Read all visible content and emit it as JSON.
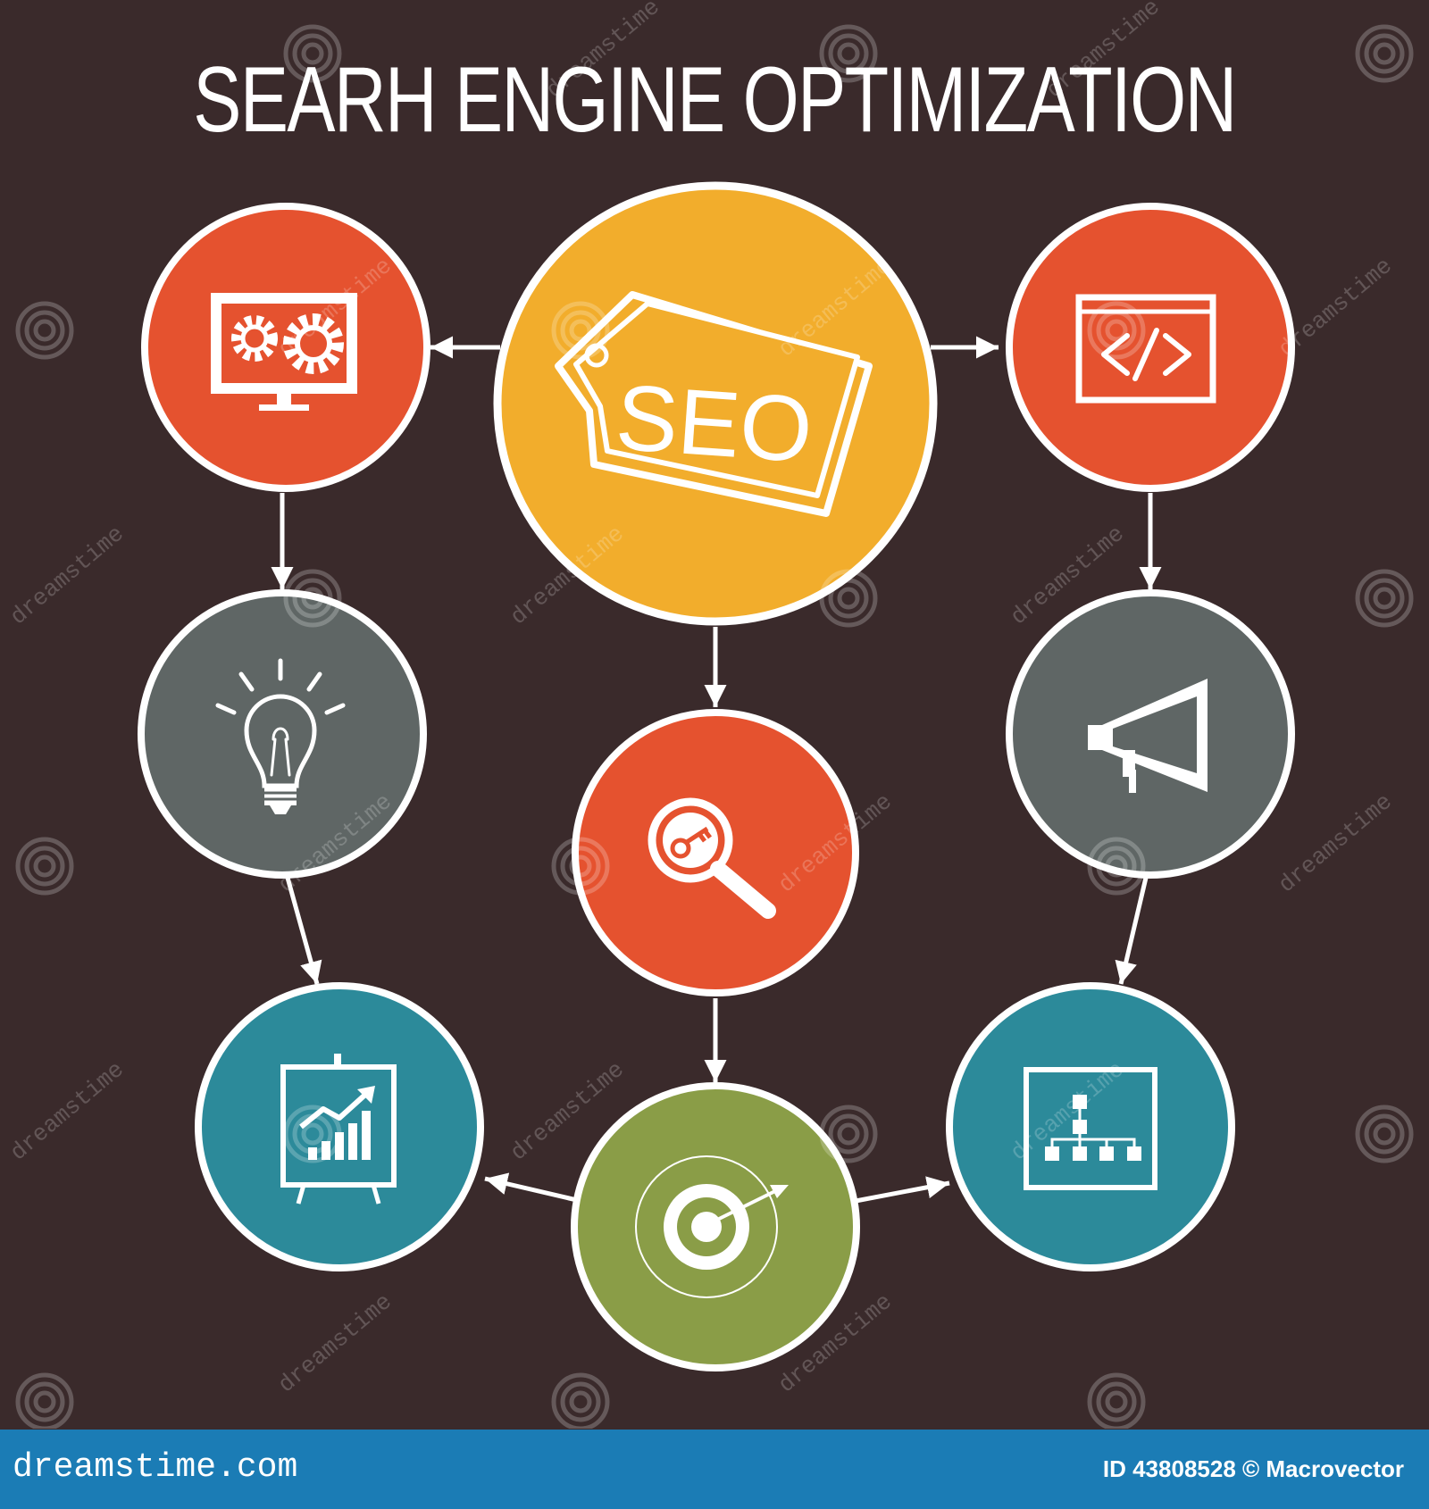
{
  "title": "SEARH ENGINE OPTIMIZATION",
  "center_node": {
    "label": "SEO",
    "icon": "seo-tag-icon",
    "color": "#f2ad2c"
  },
  "nodes": [
    {
      "id": "gears-monitor",
      "icon": "gears-monitor-icon",
      "color": "#e5522f"
    },
    {
      "id": "code",
      "icon": "code-window-icon",
      "color": "#e5522f"
    },
    {
      "id": "idea",
      "icon": "light-bulb-icon",
      "color": "#5f6665"
    },
    {
      "id": "keyword-search",
      "icon": "key-magnifier-icon",
      "color": "#e5522f"
    },
    {
      "id": "promotion",
      "icon": "megaphone-icon",
      "color": "#5f6665"
    },
    {
      "id": "analytics",
      "icon": "growth-chart-board-icon",
      "color": "#2c8a9a"
    },
    {
      "id": "target",
      "icon": "target-arrow-icon",
      "color": "#8a9d47"
    },
    {
      "id": "sitemap",
      "icon": "sitemap-icon",
      "color": "#2c8a9a"
    }
  ],
  "colors": {
    "background": "#3a2a2b",
    "outline": "#ffffff",
    "footer": "#1b7cb5"
  },
  "watermark": "dreamstime",
  "footer": {
    "site": "dreamstime.com",
    "id_text": "ID 43808528 © Macrovector"
  }
}
